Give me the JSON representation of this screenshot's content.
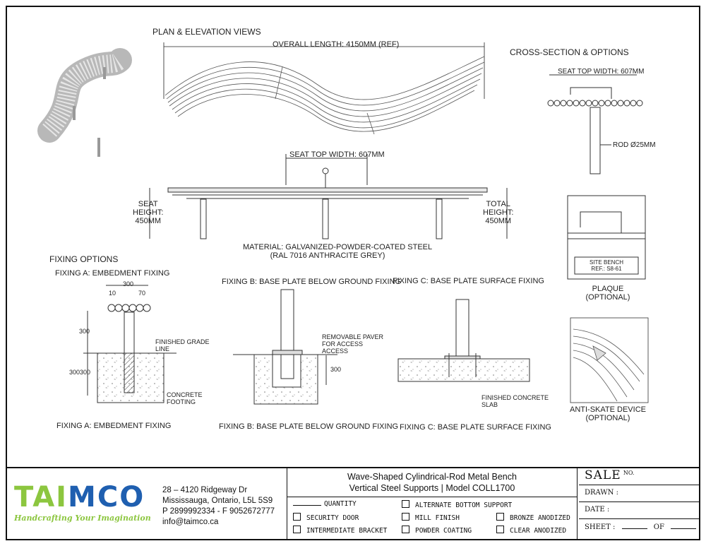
{
  "views": {
    "plan_title": "PLAN & ELEVATION VIEWS",
    "overall_length": "OVERALL LENGTH: 4150mm (REF)",
    "seat_top_width": "SEAT TOP WIDTH: 607mm",
    "seat_height": [
      "SEAT",
      "HEIGHT:",
      "450mm"
    ],
    "total_height": [
      "TOTAL",
      "HEIGHT:",
      "450mm"
    ],
    "material": [
      "MATERIAL: GALVANIZED-POWDER-COATED STEEL",
      "(RAL 7016 ANTHRACITE GREY)"
    ]
  },
  "cross_section": {
    "title": "CROSS-SECTION & OPTIONS",
    "seat_top_width": "SEAT TOP WIDTH: 607mm",
    "rod": "ROD Ø25mm",
    "plaque_text": [
      "SITE BENCH",
      "REF.: S8-61"
    ],
    "plaque_caption": [
      "PLAQUE",
      "(OPTIONAL)"
    ],
    "anti_skate_caption": [
      "ANTI-SKATE DEVICE",
      "(OPTIONAL)"
    ]
  },
  "fixing": {
    "title": "FIXING OPTIONS",
    "a_title": "FIXING A: EMBEDMENT FIXING",
    "a_caption": "FIXING A: EMBEDMENT FIXING",
    "a_dims": [
      "300",
      "10",
      "70",
      "300",
      "300300"
    ],
    "a_grade": [
      "FINISHED GRADE",
      "LINE"
    ],
    "a_footing": [
      "CONCRETE",
      "FOOTING"
    ],
    "b_title": "FIXING B: BASE PLATE BELOW GROUND FIXING",
    "b_caption": "FIXING B: BASE PLATE BELOW GROUND FIXING",
    "b_paver": [
      "REMOVABLE PAVER",
      "FOR ACCESS",
      "ACCESS"
    ],
    "b_dim": "300",
    "c_title": "FIXING C: BASE PLATE SURFACE FIXING",
    "c_caption": "FIXING C: BASE PLATE SURFACE FIXING",
    "c_slab": [
      "FINISHED CONCRETE",
      "SLAB"
    ]
  },
  "title_block": {
    "logo": "TAIMCO",
    "tagline": "Handcrafting Your Imagination",
    "address": [
      "28 – 4120 Ridgeway Dr",
      "Mississauga, Ontario, L5L 5S9",
      "P 2899992334 - F 9052672777",
      "info@taimco.ca"
    ],
    "title_line1": "Wave-Shaped Cylindrical-Rod Metal Bench",
    "title_line2": "Vertical Steel Supports | Model COLL1700",
    "options": {
      "quantity": "QUANTITY",
      "security_door": "SECURITY DOOR",
      "intermediate_bracket": "INTERMEDIATE BRACKET",
      "alternate_bottom_support": "ALTERNATE BOTTOM SUPPORT",
      "mill_finish": "MILL FINISH",
      "powder_coating": "POWDER COATING",
      "bronze_anodized": "BRONZE ANODIZED",
      "clear_anodized": "CLEAR ANODIZED"
    },
    "sale": "SALE",
    "sale_no": "NO.",
    "drawn": "DRAWN :",
    "date": "DATE :",
    "sheet": "SHEET :",
    "of": "OF"
  },
  "colors": {
    "logo_green": "#8cc63f",
    "logo_blue": "#1f5fb0"
  }
}
